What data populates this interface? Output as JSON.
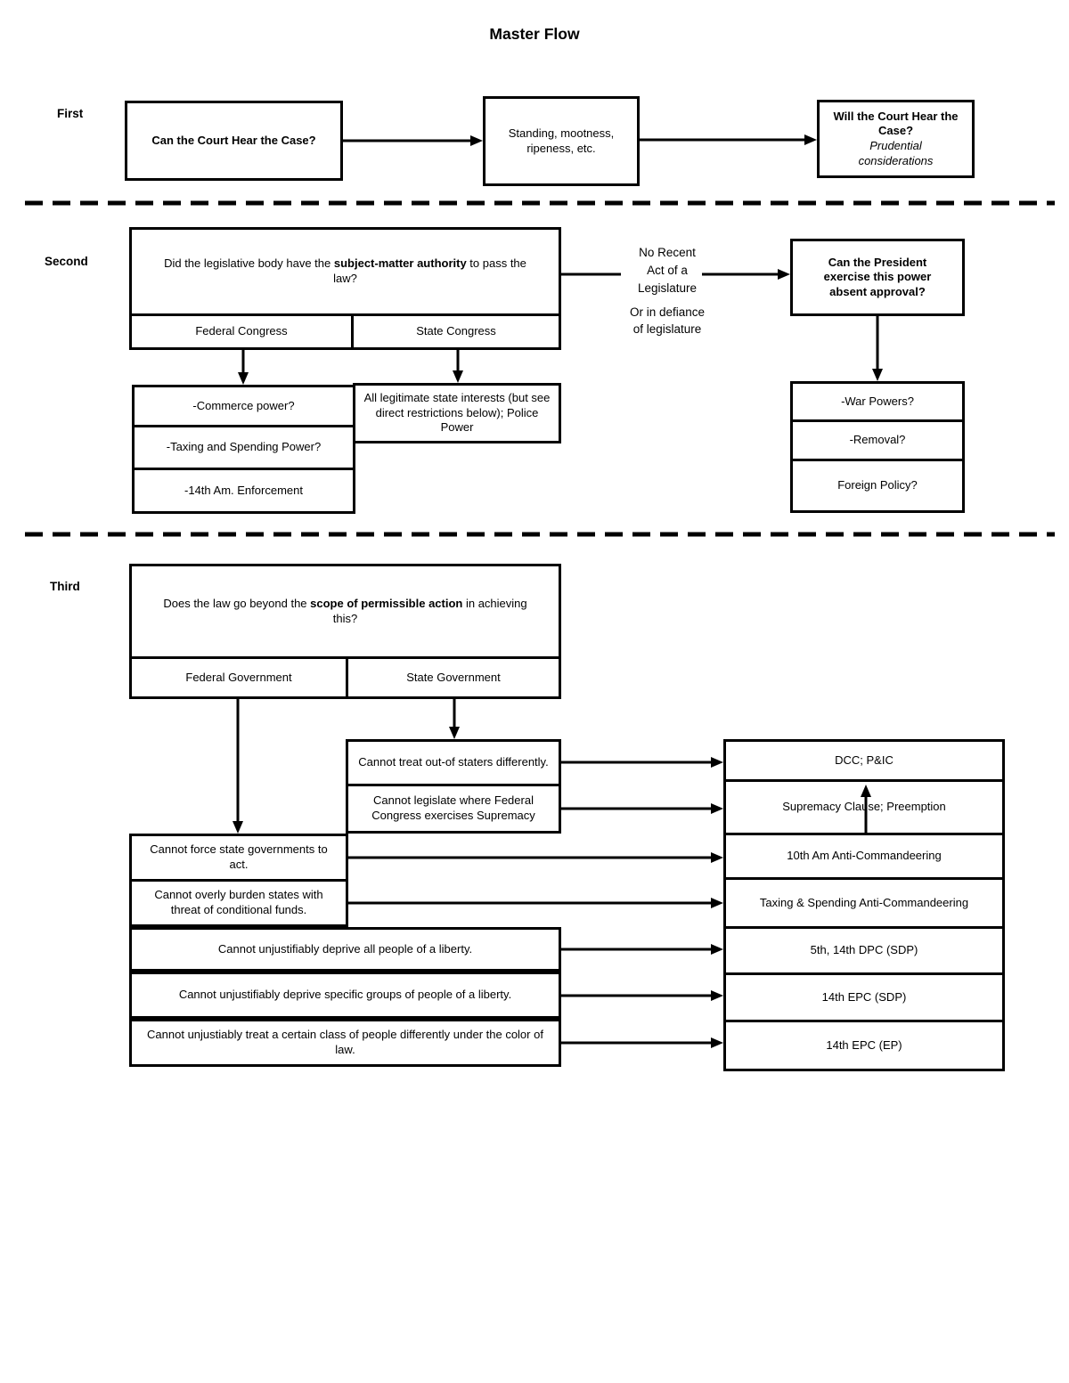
{
  "title": "Master Flow",
  "first": {
    "label": "First",
    "can_court_hear": "Can the Court Hear the Case?",
    "standing": "Standing, mootness, ripeness, etc.",
    "will_court_hear": "Will the Court Hear the Case?",
    "prudential": "Prudential considerations"
  },
  "second": {
    "label": "Second",
    "question_pre": "Did the legislative body have the ",
    "question_bold": "subject-matter authority",
    "question_post": " to pass the law?",
    "col_federal": "Federal Congress",
    "col_state": "State Congress",
    "federal_items": [
      "-Commerce power?",
      "-Taxing and Spending Power?",
      "-14th Am. Enforcement"
    ],
    "state_item": "All legitimate state interests (but see direct restrictions below); Police Power",
    "annotation1": [
      "No Recent",
      "Act of a",
      "Legislature"
    ],
    "annotation2": [
      "Or in defiance",
      "of legislature"
    ],
    "president_question": "Can the President exercise this power absent approval?",
    "president_items": [
      "-War Powers?",
      "-Removal?",
      "Foreign Policy?"
    ]
  },
  "third": {
    "label": "Third",
    "question_pre": "Does the law go beyond the ",
    "question_bold": "scope of permissible action",
    "question_post": " in achieving this?",
    "col_federal": "Federal Government",
    "col_state": "State Government",
    "state_rules": [
      "Cannot treat out-of staters differently.",
      "Cannot legislate where Federal Congress exercises Supremacy"
    ],
    "federal_rules": [
      "Cannot force state governments to act.",
      "Cannot overly burden states with threat of conditional funds."
    ],
    "liberty_rules": [
      "Cannot unjustifiably deprive all people of a liberty.",
      "Cannot unjustifiably deprive specific groups of people of a liberty.",
      "Cannot unjustiably treat a certain class of people differently under the color of law."
    ],
    "outcomes": [
      "DCC; P&IC",
      "Supremacy Clause; Preemption",
      "10th Am Anti-Commandeering",
      "Taxing & Spending Anti-Commandeering",
      "5th, 14th DPC (SDP)",
      "14th EPC (SDP)",
      "14th EPC (EP)"
    ]
  }
}
